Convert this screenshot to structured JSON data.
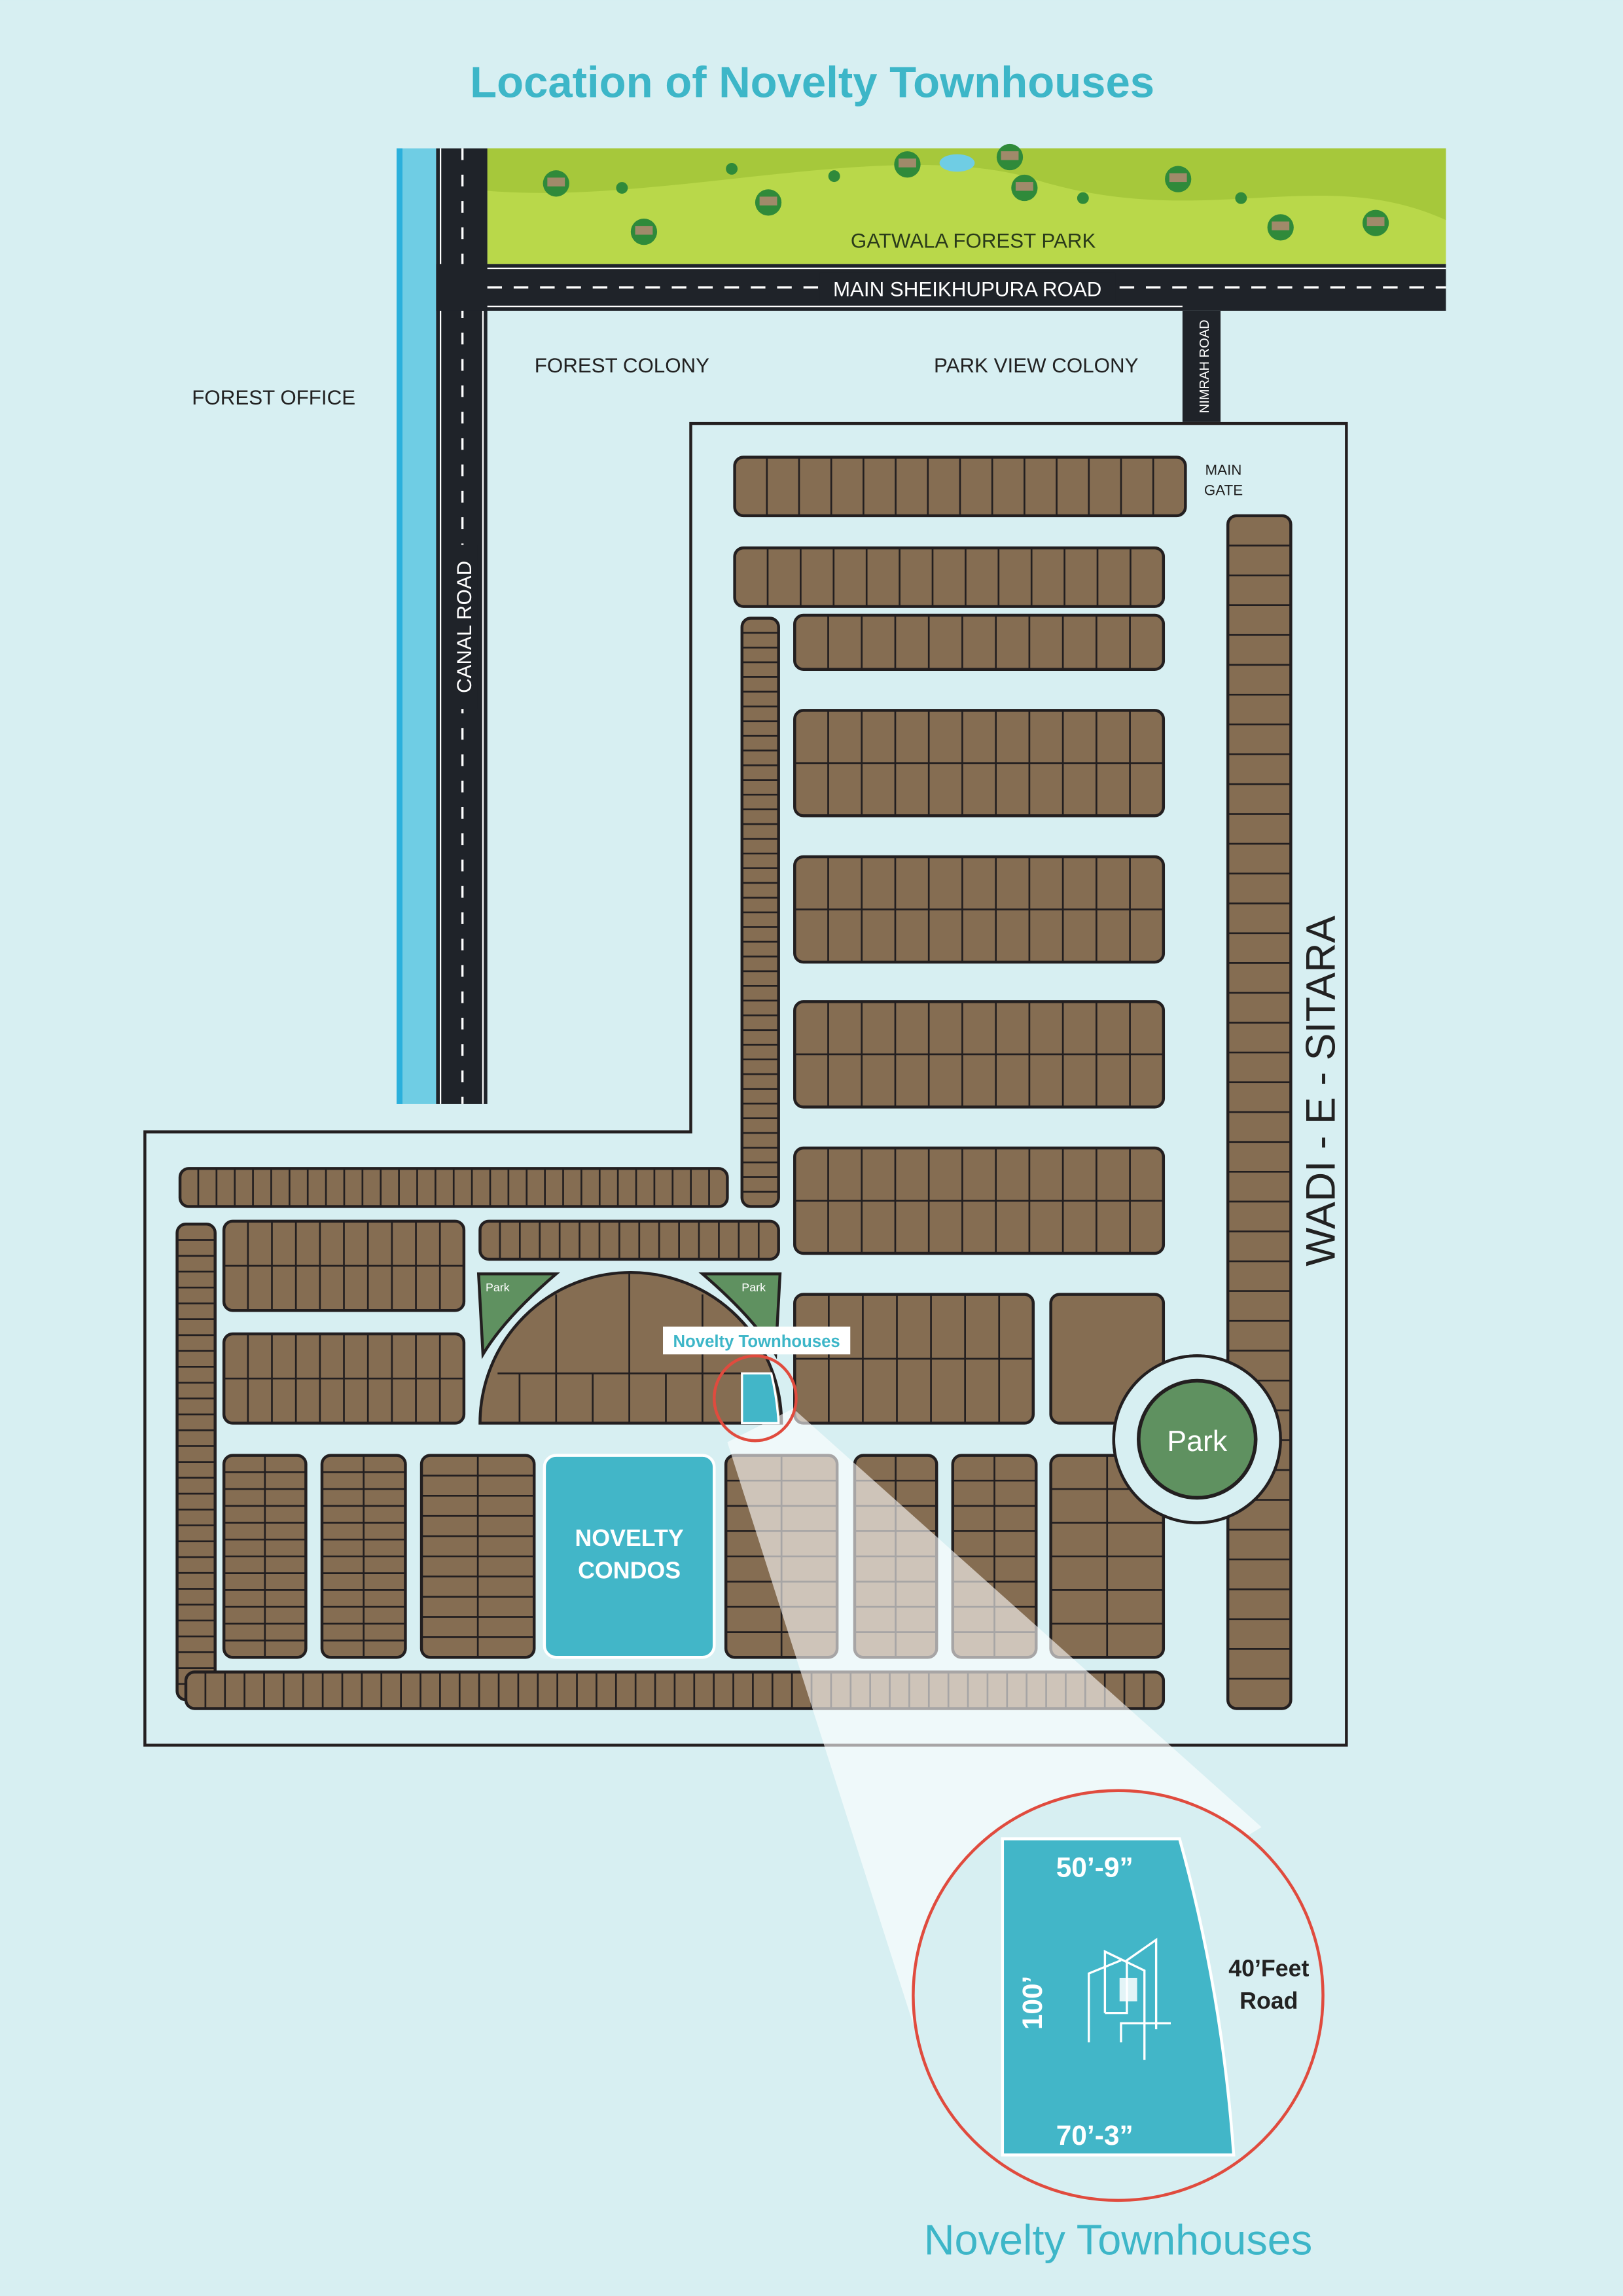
{
  "title": "Location of Novelty Townhouses",
  "labels": {
    "forest_park": "GATWALA FOREST PARK",
    "main_road": "MAIN SHEIKHUPURA ROAD",
    "canal_road": "CANAL ROAD",
    "nimrah_road": "NIMRAH ROAD",
    "forest_office": "FOREST OFFICE",
    "forest_colony": "FOREST COLONY",
    "park_view_colony": "PARK VIEW COLONY",
    "main_gate_line1": "MAIN",
    "main_gate_line2": "GATE",
    "society": "WADI - E - SITARA",
    "park_small_left": "Park",
    "park_small_right": "Park",
    "park_roundabout": "Park",
    "condos_line1": "NOVELTY",
    "condos_line2": "CONDOS",
    "townhouse_tag": "Novelty Townhouses"
  },
  "plot_detail": {
    "top_width": "50’-9”",
    "bottom_width": "70’-3”",
    "depth": "100’",
    "road_line1": "40’Feet",
    "road_line2": "Road",
    "caption": "Novelty Townhouses"
  },
  "colors": {
    "accent": "#3db6c8",
    "plot": "#856d52",
    "park": "#5f9160",
    "road": "#1f2329",
    "water": "#6fcde4",
    "highlight_ring": "#e04b3e"
  }
}
